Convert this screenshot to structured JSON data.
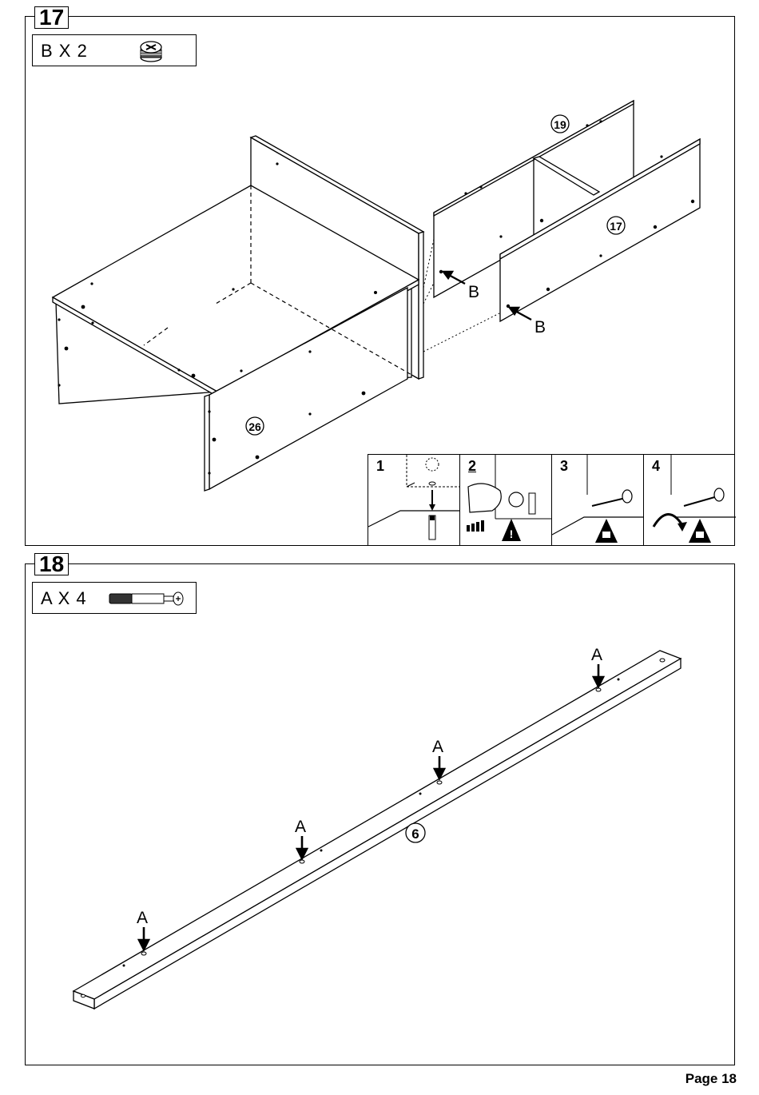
{
  "page": {
    "label": "Page 18"
  },
  "step17": {
    "number": "17",
    "parts_label": "B X 2",
    "part_icon": "cam-lock-icon",
    "callouts": {
      "shelf_top": "19",
      "front_panel": "17",
      "side_panel": "26"
    },
    "hardware_marker": "B",
    "substeps": [
      {
        "number": "1",
        "icon": "insert-dowel-icon"
      },
      {
        "number": "2",
        "icon": "insert-cam-lock-icon"
      },
      {
        "number": "3",
        "icon": "unlocked-icon"
      },
      {
        "number": "4",
        "icon": "lock-icon"
      }
    ]
  },
  "step18": {
    "number": "18",
    "parts_label": "A X 4",
    "part_icon": "cam-bolt-icon",
    "callouts": {
      "rail": "6"
    },
    "hardware_marker": "A"
  }
}
